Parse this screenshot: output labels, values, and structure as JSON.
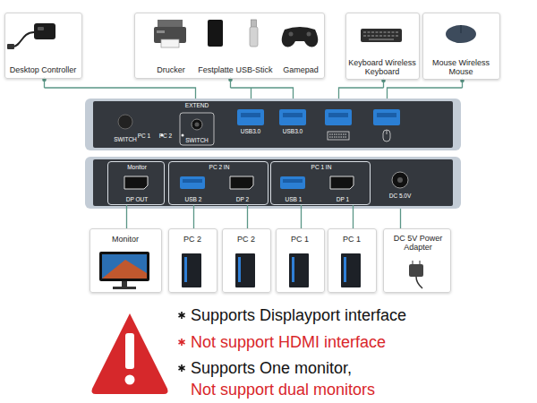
{
  "diagram": {
    "nodes": [
      {
        "text": [
          "Desktop Controller"
        ]
      },
      {
        "text": [
          "Drucker",
          "Festplatte",
          "USB-Stick",
          "Gamepad"
        ]
      },
      {
        "text": [
          "Keyboard Wireless Keyboard"
        ]
      },
      {
        "text": [
          "Mouse Wireless Mouse"
        ]
      },
      {
        "text": [
          "SWITCH",
          "PC 1",
          "PC 2",
          "EXTEND",
          "SWITCH",
          "USB3.0",
          "USB3.0"
        ]
      },
      {
        "text": [
          "DC 5.0V"
        ]
      },
      {
        "text": [
          "Monitor",
          "DP OUT"
        ],
        "in": 5
      },
      {
        "text": [
          "PC 2 IN",
          "USB 2",
          "DP 2"
        ],
        "in": 5
      },
      {
        "text": [
          "PC 1 IN",
          "USB 1",
          "DP 1"
        ],
        "in": 5
      },
      {
        "text": [
          "Monitor"
        ]
      },
      {
        "text": [
          "PC 2"
        ]
      },
      {
        "text": [
          "PC 2"
        ]
      },
      {
        "text": [
          "PC 1"
        ]
      },
      {
        "text": [
          "PC 1"
        ]
      },
      {
        "text": [
          "DC 5V Power Adapter"
        ]
      }
    ],
    "edges": [
      {
        "from": 0,
        "to": 4,
        "arrow": "none"
      },
      {
        "from": 1,
        "to": 4,
        "arrow": "none"
      },
      {
        "from": 2,
        "to": 4,
        "arrow": "none"
      },
      {
        "from": 3,
        "to": 4,
        "arrow": "none"
      },
      {
        "from": 6,
        "to": 9,
        "arrow": "none"
      },
      {
        "from": 7,
        "to": 10,
        "arrow": "none"
      },
      {
        "from": 7,
        "to": 11,
        "arrow": "none"
      },
      {
        "from": 8,
        "to": 12,
        "arrow": "none"
      },
      {
        "from": 8,
        "to": 13,
        "arrow": "none"
      },
      {
        "from": 5,
        "to": 14,
        "arrow": "none"
      }
    ],
    "labels": [
      "Supports Displayport interface",
      "Not support HDMI interface",
      "Supports One monitor,",
      "Not support dual monitors"
    ]
  }
}
